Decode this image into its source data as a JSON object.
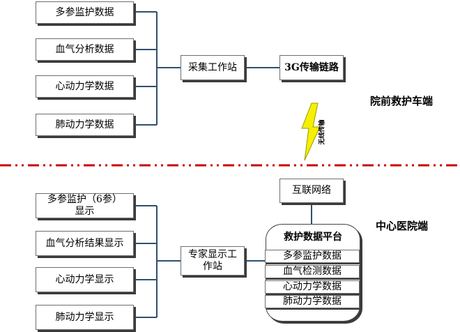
{
  "ambulance": {
    "data_boxes": [
      "多参监护数据",
      "血气分析数据",
      "心动力学数据",
      "肺动力学数据"
    ],
    "station": "采集工作站",
    "link": "3G传输链路",
    "label": "院前救护车端"
  },
  "wireless": {
    "label": "无线传输",
    "colors": {
      "bolt_fill": "#f4f000",
      "bolt_stroke": "#9a9a00"
    }
  },
  "divider": {
    "color": "#cc0000",
    "style": "dash-dot-dot"
  },
  "center": {
    "display_boxes": [
      "多参监护（6参）\n显示",
      "血气分析结果显示",
      "心动力学显示",
      "肺动力学显示"
    ],
    "station": "专家显示工作站",
    "internet": "互联网络",
    "platform": {
      "title": "救护数据平台",
      "items": [
        "多参监护数据",
        "血气检测数据",
        "心动力学数据",
        "肺动力学数据"
      ]
    },
    "label": "中心医院端"
  }
}
